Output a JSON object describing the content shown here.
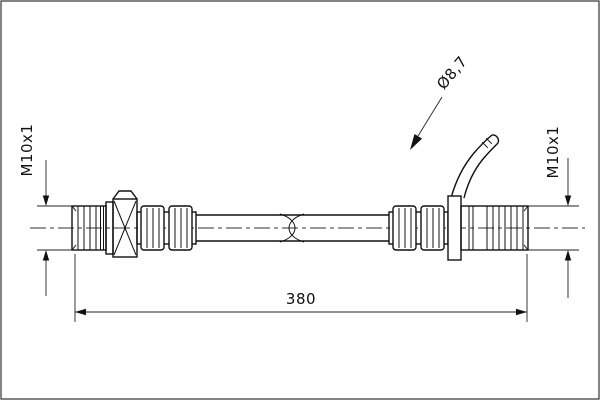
{
  "labels": {
    "left_thread": "M10x1",
    "right_thread": "M10x1",
    "bracket_hole_diameter": "Ø8,7",
    "overall_length": "380"
  }
}
